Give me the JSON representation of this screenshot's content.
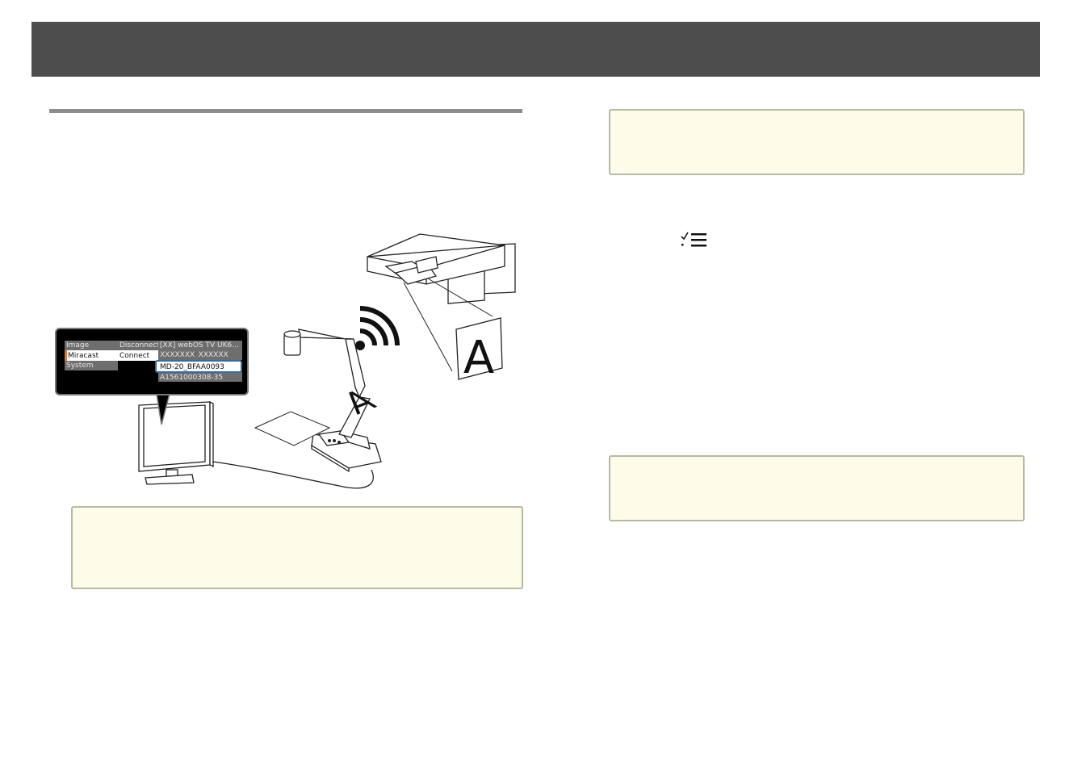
{
  "colors": {
    "header_bar": "#4d4d4d",
    "section_rule": "#8c8c8c",
    "note_background": "#fffbe9",
    "note_border": "#b4bca0",
    "osd_highlight": "#2f6ea8",
    "osd_menu_marker": "#e07a30"
  },
  "icons": {
    "checklist": "checklist-icon",
    "wireless": "wifi-signal-icon"
  },
  "osd_menu": {
    "left_items": [
      "Image",
      "Miracast",
      "System"
    ],
    "selected_left": "Miracast",
    "middle_items": [
      "Disconnect",
      "Connect"
    ],
    "selected_middle": "Connect",
    "devices": [
      "[XX] webOS TV UK6...",
      "XXXXXXX_XXXXXX",
      "MD-20_BFAA0093",
      "A1561000308-35"
    ],
    "selected_device": "MD-20_BFAA0093"
  },
  "illustration": {
    "sheet_letter": "A",
    "projected_letter": "A"
  }
}
